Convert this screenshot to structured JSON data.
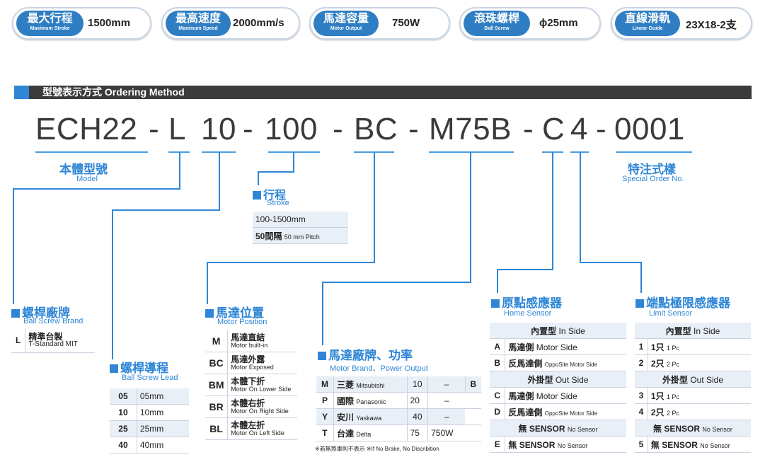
{
  "specs": [
    {
      "zh": "最大行程",
      "en": "Maximum Stroke",
      "value": "1500mm"
    },
    {
      "zh": "最高速度",
      "en": "Maximum Speed",
      "value": "2000mm/s"
    },
    {
      "zh": "馬達容量",
      "en": "Motor Output",
      "value": "750W"
    },
    {
      "zh": "滾珠螺桿",
      "en": "Ball Screw",
      "value": "ϕ25mm"
    },
    {
      "zh": "直線滑軌",
      "en": "Linear Guide",
      "value": "23X18-2支"
    }
  ],
  "section": {
    "title": "型號表示方式  Ordering Method"
  },
  "code": {
    "parts": [
      "ECH22",
      "-",
      "L",
      "10",
      "-",
      "100",
      "-",
      "BC",
      "-",
      "M75B",
      "-",
      "C",
      "4",
      "-",
      "0001"
    ]
  },
  "model": {
    "zh": "本體型號",
    "en": "Model"
  },
  "special": {
    "zh": "特注式樣",
    "en": "Special Order No."
  },
  "stroke": {
    "zh": "行程",
    "en": "Stroke",
    "row1": "100-1500mm",
    "row2_zh": "50間隔",
    "row2_en": "50 mm Pitch"
  },
  "brand": {
    "zh": "螺桿廠牌",
    "en": "Ball Screw Brand",
    "code": "L",
    "name_zh": "精準台製",
    "name_en": "T-Standard MIT"
  },
  "lead": {
    "zh": "螺桿導程",
    "en": "Ball Screw Lead",
    "rows": [
      [
        "05",
        "05mm"
      ],
      [
        "10",
        "10mm"
      ],
      [
        "25",
        "25mm"
      ],
      [
        "40",
        "40mm"
      ]
    ]
  },
  "motorpos": {
    "zh": "馬達位置",
    "en": "Motor Position",
    "rows": [
      {
        "code": "M",
        "zh": "馬達直結",
        "en": "Motor built-in"
      },
      {
        "code": "BC",
        "zh": "馬達外露",
        "en": "Motor Exposed"
      },
      {
        "code": "BM",
        "zh": "本體下折",
        "en": "Motor On Lower Side"
      },
      {
        "code": "BR",
        "zh": "本體右折",
        "en": "Motor On Right Side"
      },
      {
        "code": "BL",
        "zh": "本體左折",
        "en": "Motor On Left Side"
      }
    ]
  },
  "motorbrand": {
    "zh": "馬達廠牌、功率",
    "en": "Motor Brand、Power Output",
    "rows": [
      {
        "code": "M",
        "zh": "三菱",
        "en": "Mitsubishi",
        "p": "10",
        "w": "–",
        "b": "B"
      },
      {
        "code": "P",
        "zh": "國際",
        "en": "Panasonic",
        "p": "20",
        "w": "–",
        "b": ""
      },
      {
        "code": "Y",
        "zh": "安川",
        "en": "Yaskawa",
        "p": "40",
        "w": "–",
        "b": ""
      },
      {
        "code": "T",
        "zh": "台達",
        "en": "Delta",
        "p": "75",
        "w": "750W",
        "b": ""
      }
    ],
    "note": "※若無煞車則不表示 ※If No Brake, No Discribition"
  },
  "home": {
    "zh": "原點感應器",
    "en": "Home Sensor",
    "in_zh": "內置型",
    "in_en": "In Side",
    "rows_in": [
      {
        "code": "A",
        "zh": "馬達側",
        "en": "Motor Side"
      },
      {
        "code": "B",
        "zh": "反馬達側",
        "en": "OppoSite Motor Side"
      }
    ],
    "out_zh": "外掛型",
    "out_en": "Out Side",
    "rows_out": [
      {
        "code": "C",
        "zh": "馬達側",
        "en": "Motor Side"
      },
      {
        "code": "D",
        "zh": "反馬達側",
        "en": "OppoSite Motor Side"
      }
    ],
    "none_zh": "無 SENSOR",
    "none_en": "No Sensor",
    "none_code": "E"
  },
  "limit": {
    "zh": "端點極限感應器",
    "en": "Limit Sensor",
    "in_zh": "內置型",
    "in_en": "In Side",
    "rows_in": [
      {
        "code": "1",
        "zh": "1只",
        "en": "1 Pc"
      },
      {
        "code": "2",
        "zh": "2只",
        "en": "2 Pc"
      }
    ],
    "out_zh": "外掛型",
    "out_en": "Out Side",
    "rows_out": [
      {
        "code": "3",
        "zh": "1只",
        "en": "1 Pc"
      },
      {
        "code": "4",
        "zh": "2只",
        "en": "2 Pc"
      }
    ],
    "none_zh": "無 SENSOR",
    "none_en": "No Sensor",
    "none_code": "5"
  },
  "colors": {
    "accent": "#2f86d6",
    "badge": "#2f7ec3",
    "header": "#3b3b3b"
  }
}
